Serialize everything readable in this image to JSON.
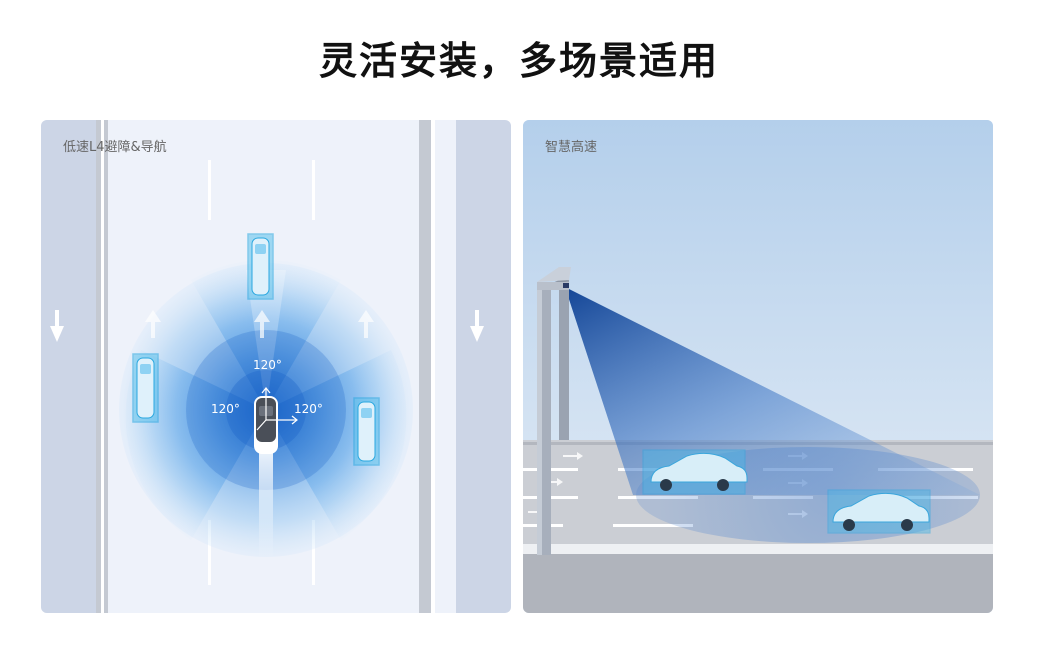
{
  "header": {
    "title": "灵活安装，多场景适用"
  },
  "scenes": [
    {
      "label": "低速L4避障&导航",
      "angles": [
        "120°",
        "120°",
        "120°"
      ]
    },
    {
      "label": "智慧高速"
    }
  ]
}
